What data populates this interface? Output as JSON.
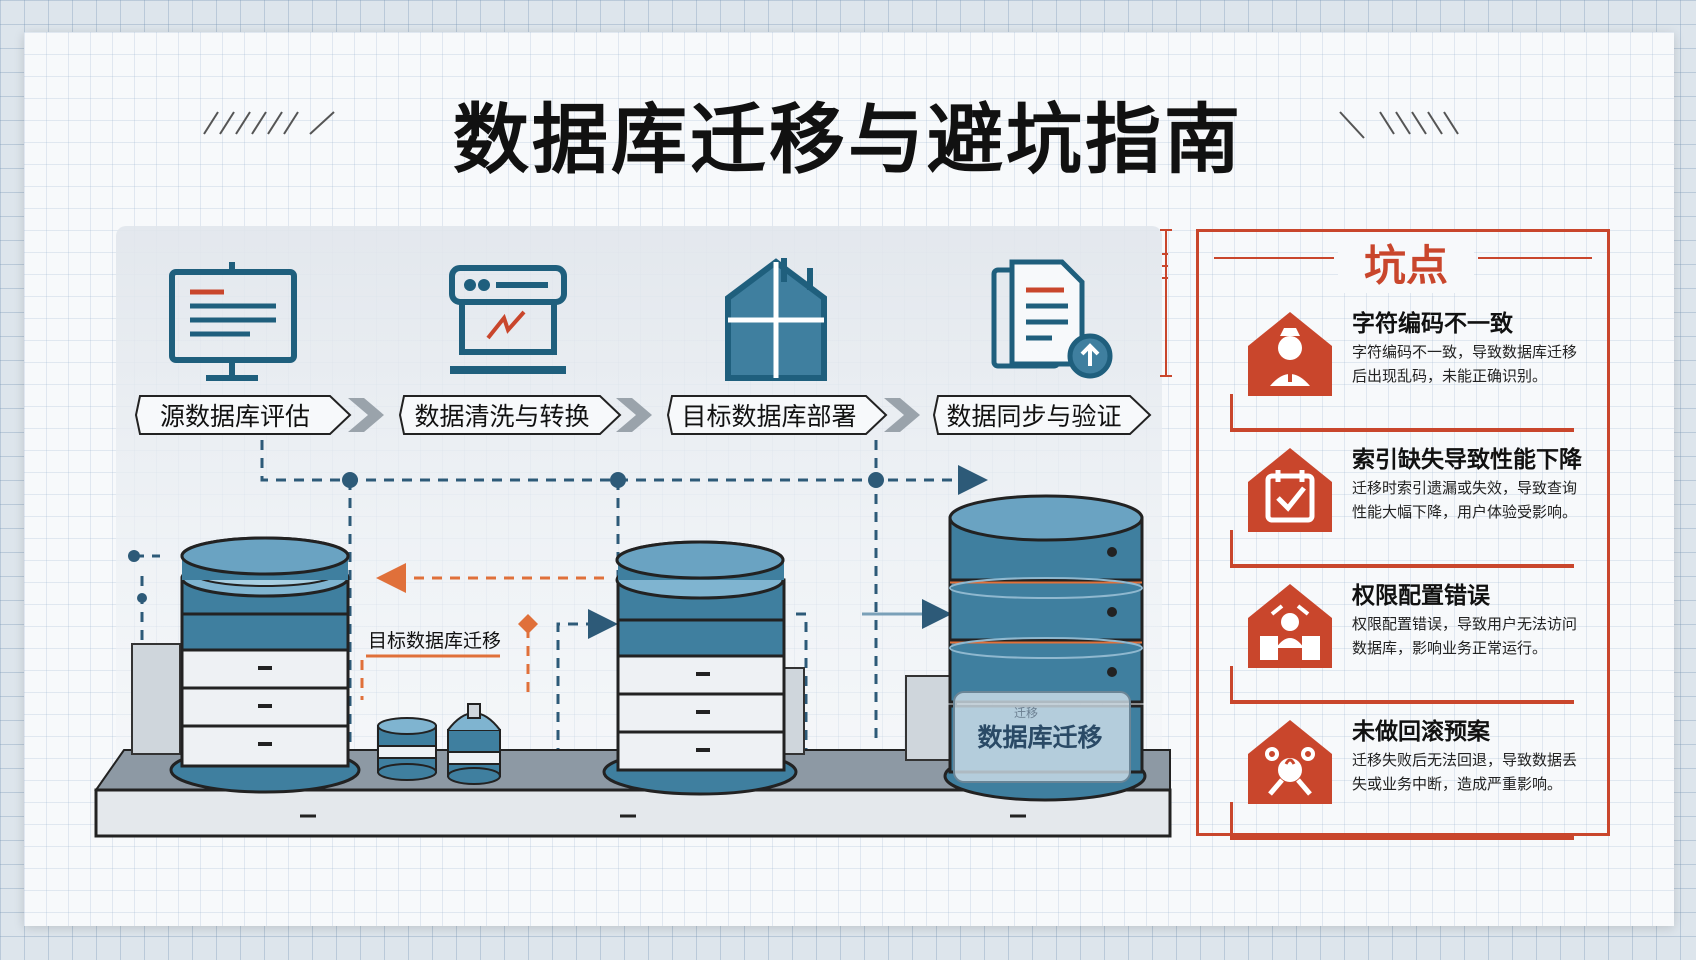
{
  "title": "数据库迁移与避坑指南",
  "steps": [
    {
      "label": "源数据库评估",
      "icon": "monitor-icon"
    },
    {
      "label": "数据清洗与转换",
      "icon": "server-transform-icon"
    },
    {
      "label": "目标数据库部署",
      "icon": "building-icon"
    },
    {
      "label": "数据同步与验证",
      "icon": "document-sync-icon"
    }
  ],
  "diagram": {
    "migration_label": "目标数据库迁移",
    "target_db_label": "数据库迁移",
    "target_db_tag": "迁移"
  },
  "pitfalls": {
    "heading": "坑点",
    "items": [
      {
        "title": "字符编码不一致",
        "desc": "字符编码不一致，导致数据库迁移后出现乱码，未能正确识别。",
        "icon": "warning-person-icon"
      },
      {
        "title": "索引缺失导致性能下降",
        "desc": "迁移时索引遗漏或失效，导致查询性能大幅下降，用户体验受影响。",
        "icon": "checklist-icon"
      },
      {
        "title": "权限配置错误",
        "desc": "权限配置错误，导致用户无法访问数据库，影响业务正常运行。",
        "icon": "user-permission-icon"
      },
      {
        "title": "未做回滚预案",
        "desc": "迁移失败后无法回退，导致数据丢失或业务中断，造成严重影响。",
        "icon": "rollback-icon"
      }
    ]
  },
  "colors": {
    "accent": "#c9462c",
    "db_blue": "#3f7f9f",
    "db_dark": "#244d66",
    "dash": "#2d5a78",
    "orange": "#e0703a"
  }
}
